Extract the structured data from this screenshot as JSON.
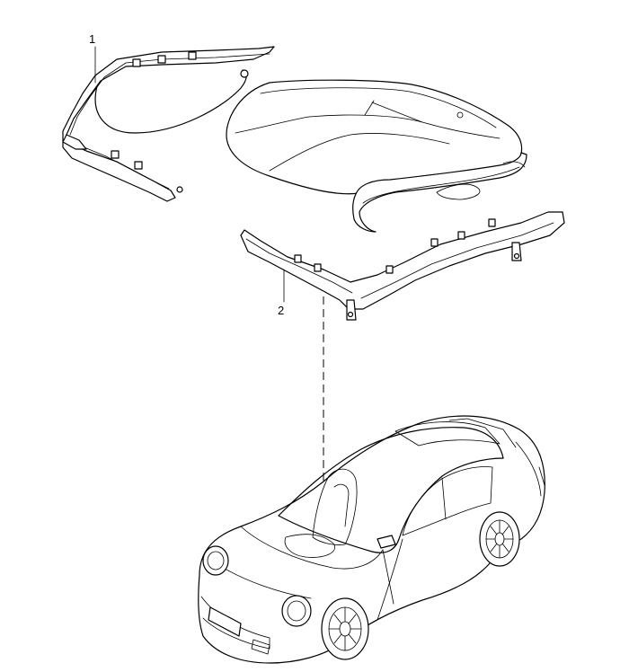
{
  "callouts": [
    {
      "number": "1",
      "part": "seat-frame-trim-left"
    },
    {
      "number": "2",
      "part": "seat-frame-trim-right"
    }
  ],
  "colors": {
    "line": "#000000",
    "background": "#ffffff"
  },
  "icons": [
    "car-icon",
    "seat-cushion-icon",
    "trim-strip-icon"
  ]
}
